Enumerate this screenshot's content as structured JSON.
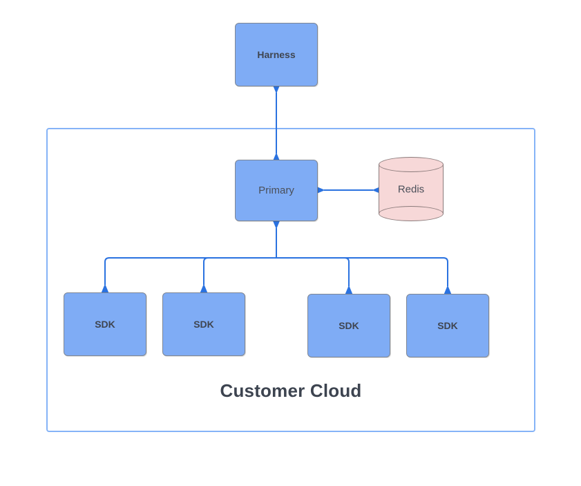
{
  "diagram": {
    "title": "Customer Cloud",
    "accent_blue": "#2a72e0",
    "node_fill": "#7facf5",
    "node_border": "#7e8693",
    "container_border": "#85b3f7",
    "datastore_fill": "#f7d8d8",
    "datastore_border": "#8a7a7a",
    "text_color": "#3f4550"
  },
  "nodes": {
    "harness": {
      "label": "Harness"
    },
    "primary": {
      "label": "Primary"
    },
    "redis": {
      "label": "Redis"
    },
    "sdks": [
      {
        "label": "SDK"
      },
      {
        "label": "SDK"
      },
      {
        "label": "SDK"
      },
      {
        "label": "SDK"
      }
    ]
  },
  "container": {
    "label": "Customer Cloud"
  },
  "edges": [
    {
      "from": "harness",
      "to": "primary",
      "kind": "bidirectional-vertical"
    },
    {
      "from": "primary",
      "to": "redis",
      "kind": "bidirectional-horizontal"
    },
    {
      "from": "sdk-0",
      "to": "primary",
      "kind": "tree-branch"
    },
    {
      "from": "sdk-1",
      "to": "primary",
      "kind": "tree-branch"
    },
    {
      "from": "sdk-2",
      "to": "primary",
      "kind": "tree-branch"
    },
    {
      "from": "sdk-3",
      "to": "primary",
      "kind": "tree-branch"
    }
  ]
}
